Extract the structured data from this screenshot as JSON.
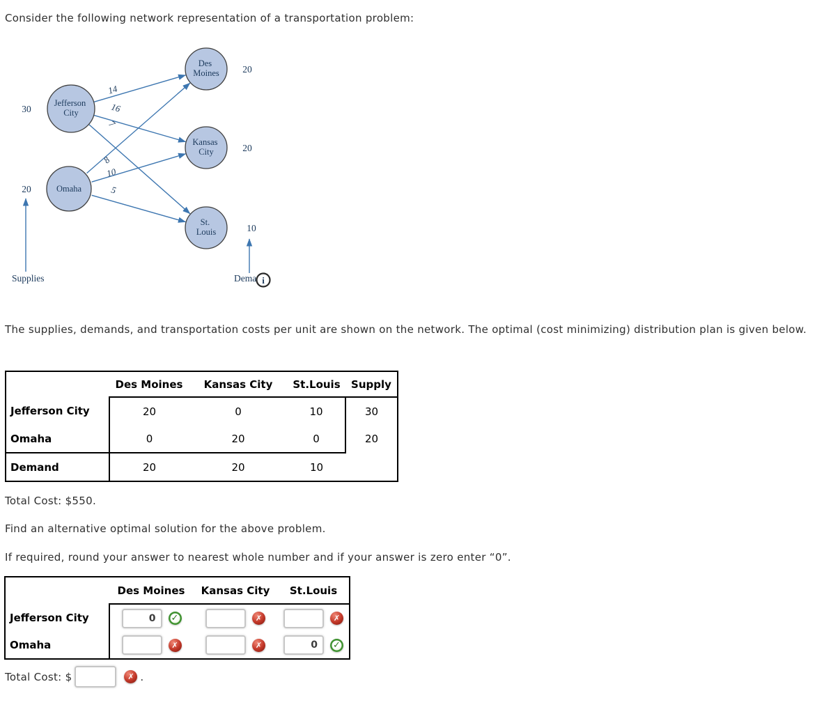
{
  "title": "Consider the following network representation of a transportation problem:",
  "network": {
    "supply_nodes": [
      {
        "name": "Jefferson City",
        "line1": "Jefferson",
        "line2": "City",
        "supply": "30"
      },
      {
        "name": "Omaha",
        "line1": "Omaha",
        "line2": "",
        "supply": "20"
      }
    ],
    "demand_nodes": [
      {
        "name": "Des Moines",
        "line1": "Des",
        "line2": "Moines",
        "demand": "20"
      },
      {
        "name": "Kansas City",
        "line1": "Kansas",
        "line2": "City",
        "demand": "20"
      },
      {
        "name": "St. Louis",
        "line1": "St.",
        "line2": "Louis",
        "demand": "10"
      }
    ],
    "edge_costs": [
      {
        "from": "Jefferson City",
        "to": "Des Moines",
        "cost": "14"
      },
      {
        "from": "Jefferson City",
        "to": "Kansas City",
        "cost": "16"
      },
      {
        "from": "Jefferson City",
        "to": "St. Louis",
        "cost": "7"
      },
      {
        "from": "Omaha",
        "to": "Des Moines",
        "cost": "8"
      },
      {
        "from": "Omaha",
        "to": "Kansas City",
        "cost": "10"
      },
      {
        "from": "Omaha",
        "to": "St. Louis",
        "cost": "5"
      }
    ],
    "supplies_label": "Supplies",
    "demands_label": "Demands",
    "info_icon_glyph": "i",
    "colors": {
      "node_fill": "#b7c7e2",
      "edge": "#3d76b0",
      "label_text": "#1c3a5c"
    }
  },
  "description": "The supplies, demands, and transportation costs per unit are shown on the network. The optimal (cost minimizing) distribution plan is given below.",
  "optimal_table": {
    "headers": [
      "Des Moines",
      "Kansas City",
      "St.Louis",
      "Supply"
    ],
    "rows": [
      {
        "label": "Jefferson City",
        "values": [
          "20",
          "0",
          "10",
          "30"
        ]
      },
      {
        "label": "Omaha",
        "values": [
          "0",
          "20",
          "0",
          "20"
        ]
      },
      {
        "label": "Demand",
        "values": [
          "20",
          "20",
          "10",
          ""
        ]
      }
    ]
  },
  "total_cost_text": "Total Cost: $550.",
  "task_text": "Find an alternative optimal solution for the above problem.",
  "instruction_text": "If required, round your answer to nearest whole number and if your answer is zero enter “0”.",
  "answer_table": {
    "headers": [
      "Des Moines",
      "Kansas City",
      "St.Louis"
    ],
    "rows": [
      {
        "label": "Jefferson City",
        "cells": [
          {
            "value": "0",
            "status": "correct"
          },
          {
            "value": "",
            "status": "wrong"
          },
          {
            "value": "",
            "status": "wrong"
          }
        ]
      },
      {
        "label": "Omaha",
        "cells": [
          {
            "value": "",
            "status": "wrong"
          },
          {
            "value": "",
            "status": "wrong"
          },
          {
            "value": "0",
            "status": "correct"
          }
        ]
      }
    ]
  },
  "answer_total": {
    "label": "Total Cost: $",
    "value": "",
    "status": "wrong",
    "suffix": "."
  }
}
